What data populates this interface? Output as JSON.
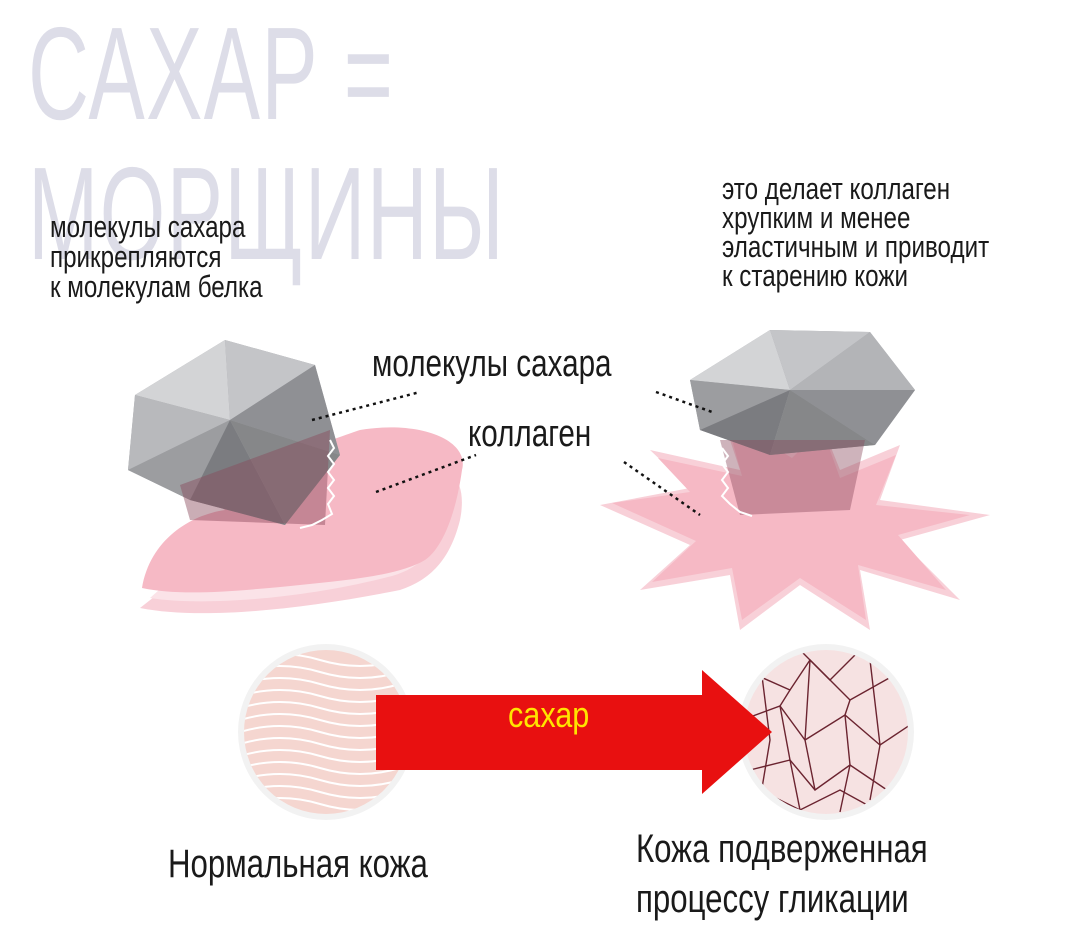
{
  "title": "САХАР = МОРЩИНЫ",
  "notes": {
    "left": "молекулы сахара\nприкрепляются\nк молекулам белка",
    "right": "это делает коллаген\nхрупким и менее\nэластичным и приводит\nк старению кожи"
  },
  "labels": {
    "sugar_molecules": "молекулы сахара",
    "collagen": "коллаген"
  },
  "transition": {
    "arrow_label": "сахар",
    "arrow_color": "#e81010",
    "label_color": "#ffe400"
  },
  "captions": {
    "normal_skin": "Нормальная кожа",
    "glycated_skin": "Кожа подверженная\nпроцессу гликации"
  },
  "colors": {
    "title": "#dddde8",
    "collagen_pink": "#f6b9c5",
    "sugar_gray": "#a7a8ab",
    "text": "#1a1a1a"
  }
}
